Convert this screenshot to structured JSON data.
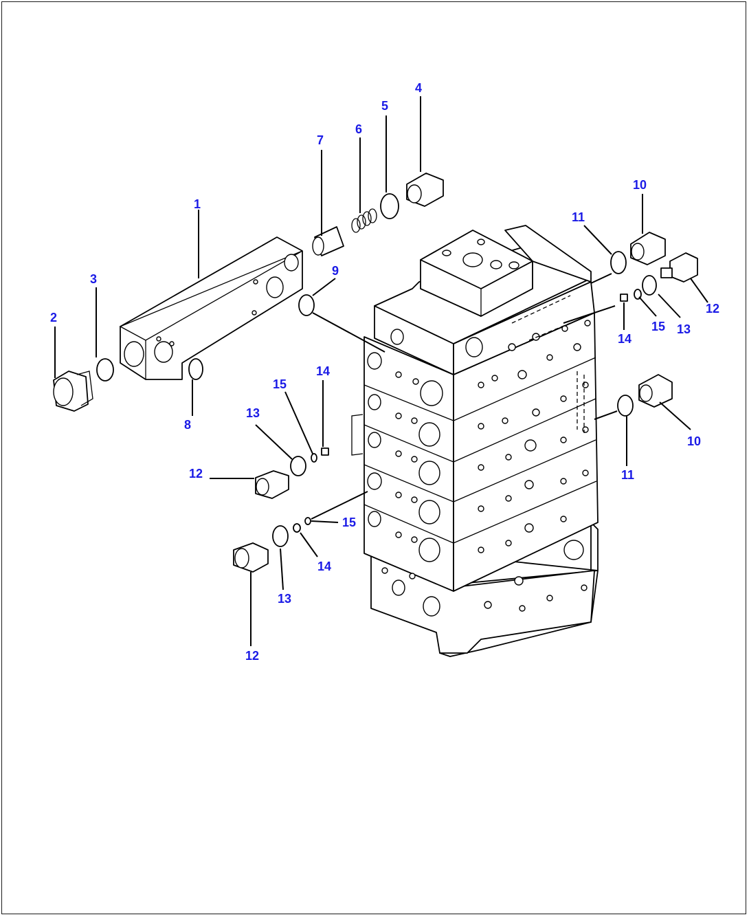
{
  "callouts": [
    {
      "id": "c1",
      "text": "1"
    },
    {
      "id": "c2",
      "text": "2"
    },
    {
      "id": "c3",
      "text": "3"
    },
    {
      "id": "c4",
      "text": "4"
    },
    {
      "id": "c5",
      "text": "5"
    },
    {
      "id": "c6",
      "text": "6"
    },
    {
      "id": "c7",
      "text": "7"
    },
    {
      "id": "c8",
      "text": "8"
    },
    {
      "id": "c9",
      "text": "9"
    },
    {
      "id": "c10a",
      "text": "10"
    },
    {
      "id": "c10b",
      "text": "10"
    },
    {
      "id": "c11a",
      "text": "11"
    },
    {
      "id": "c11b",
      "text": "11"
    },
    {
      "id": "c12a",
      "text": "12"
    },
    {
      "id": "c12b",
      "text": "12"
    },
    {
      "id": "c12c",
      "text": "12"
    },
    {
      "id": "c13a",
      "text": "13"
    },
    {
      "id": "c13b",
      "text": "13"
    },
    {
      "id": "c13c",
      "text": "13"
    },
    {
      "id": "c14a",
      "text": "14"
    },
    {
      "id": "c14b",
      "text": "14"
    },
    {
      "id": "c14c",
      "text": "14"
    },
    {
      "id": "c15a",
      "text": "15"
    },
    {
      "id": "c15b",
      "text": "15"
    },
    {
      "id": "c15c",
      "text": "15"
    }
  ],
  "colors": {
    "callout": "#1a1ae6",
    "line": "#000000",
    "background": "#ffffff"
  }
}
